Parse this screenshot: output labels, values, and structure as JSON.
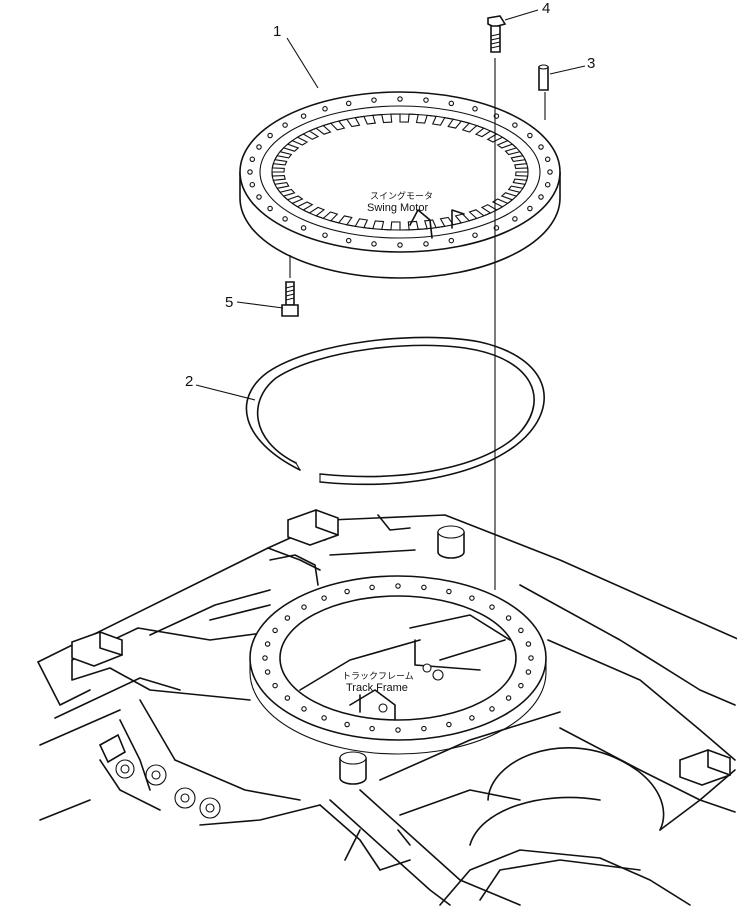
{
  "callouts": {
    "c1": "1",
    "c2": "2",
    "c3": "3",
    "c4": "4",
    "c5": "5"
  },
  "labels": {
    "swing_motor_jp": "スイングモータ",
    "swing_motor_en": "Swing Motor",
    "track_frame_jp": "トラックフレーム",
    "track_frame_en": "Track Frame"
  }
}
